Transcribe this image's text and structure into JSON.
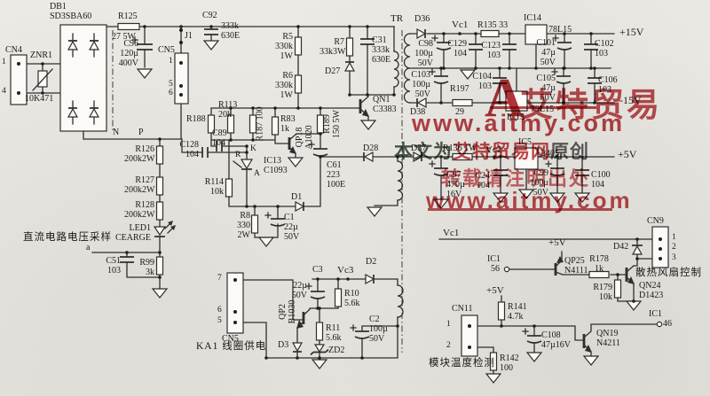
{
  "palette": {
    "paper": "#e8e6e1",
    "ink": "#2e2e2e",
    "watermark_red": "#b3202a"
  },
  "watermark": {
    "logo_a": "A",
    "logo_text": "艾特贸易",
    "url_top": "www.aitmy.com",
    "origin_prefix": "本文为",
    "origin_brand": "艾特贸易网",
    "origin_suffix": "原创",
    "repost_line": "转载请注明出处",
    "url_mid": "www.aitmy.com"
  },
  "labels": {
    "db1": "DB1\nSD3SBA60",
    "cn4": "CN4",
    "cn4_p1": "1",
    "cn4_p4": "4",
    "znr1": "ZNR1",
    "znr1_val": "10K471",
    "r125_ref": "R125",
    "r125_val": "27  5W",
    "c96": "C96\n120µ\n400V",
    "cn5t": "CN5",
    "cn5t_p1": "1",
    "cn5t_p5": "5",
    "cn5t_p6": "6",
    "j1": "J1",
    "c92_ref": "C92",
    "c92_val": "333k\n630E",
    "n": "N",
    "p": "P",
    "r126": "R126\n200k2W",
    "r127": "R127\n200k2W",
    "r128": "R128\n200k2W",
    "led1": "LED1\nCEARGE",
    "dc_sampling": "直流电路电压采样",
    "node_a": "a",
    "c51": "C51\n103",
    "r99": "R99\n3k",
    "r5": "R5\n330k\n1W",
    "r6": "R6\n330k\n1W",
    "r7": "R7\n33k3W",
    "c31": "C31\n333k\n630E",
    "tr": "TR",
    "d27": "D27",
    "qn1": "QN1\nC3383",
    "r188": "R188",
    "r113": "R113\n20k",
    "r187": "R187 100",
    "c128": "C128\n104",
    "c89": "C89\n104",
    "k": "K",
    "r_node": "R",
    "a_node": "A",
    "ic13": "IC13\nC1093",
    "r114": "R114\n10k",
    "r83": "R83\n1k",
    "qp18": "QP18\nA1020",
    "r189": "R189\n150 5W",
    "c61": "C61\n223\n100E",
    "d1": "D1",
    "r8": "R8\n330\n2W",
    "c1": "C1\n22µ\n50V",
    "d28": "D28",
    "d36": "D36",
    "c98": "C98\n100µ\n50V",
    "vc1": "Vc1",
    "r135": "R135 33",
    "ic14": "IC14",
    "ic14_val": "78L15",
    "c129": "C129\n104",
    "c123": "C123\n103",
    "c101": "C101\n47µ\n50V",
    "c102": "C102\n103",
    "p15": "+15V",
    "c103": "C103\n100µ\n50V",
    "d38": "D38",
    "r197_ref": "R197",
    "r197_val": "29",
    "c104": "C104\n103",
    "c105": "C105\n47µ\n50V",
    "c106": "C106\n103",
    "ic15": "IC15",
    "ic15_val": "79L15",
    "m15": "-15V",
    "d37": "D37",
    "r136": "R136  1W",
    "vc2": "Vc2",
    "ic5": "IC5",
    "ic5_val": "2405",
    "c97": "C97\n470µ\n16V",
    "c24": "C24\n104",
    "c99": "C99\n100µ\n50V",
    "c100": "C100\n104",
    "p5": "+5V",
    "cn5b": "CN5",
    "cn5b_p7": "7",
    "cn5b_p6": "6",
    "cn5b_p5": "5",
    "ka1": "KA1 线圈供电",
    "qp2": "QP2\nB1030",
    "c3_ref": "C3",
    "c3_val": "22µ\n50V",
    "vc3": "Vc3",
    "d2": "D2",
    "r10": "R10\n5.6k",
    "r11": "R11\n5.6k",
    "d3": "D3",
    "zd2": "ZD2",
    "c2": "C2\n100µ\n50V",
    "vc1b": "Vc1",
    "ic1a": "IC1",
    "ic1a_pin": "56",
    "p5_fan": "+5V",
    "qp25": "QP25\nN4111",
    "r178": "R178\n1k",
    "r179": "R179\n10k",
    "d42": "D42",
    "cn9": "CN9",
    "cn9_p1": "1",
    "cn9_p2": "2",
    "cn9_p3": "3",
    "fan": "散热风扇控制",
    "qn24": "QN24\nD1423",
    "p5_temp": "+5V",
    "r141": "R141\n4.7k",
    "cn11": "CN11",
    "cn11_p1": "1",
    "cn11_p2": "2",
    "c108": "C108\n47µ16V",
    "qn19": "QN19\nN4211",
    "r142": "R142\n100",
    "temp": "模块温度检测",
    "ic1b": "IC1",
    "ic1b_pin": "46"
  }
}
